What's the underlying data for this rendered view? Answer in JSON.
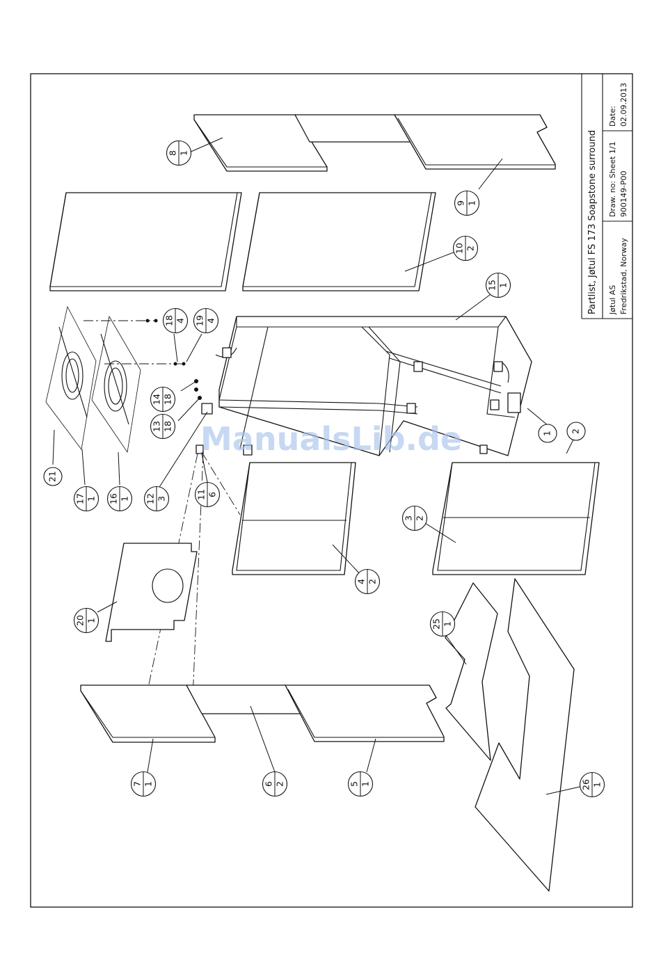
{
  "title_block": {
    "title": "Partlist, Jøtul FS 173 Soapstone surround",
    "company": "Jøtul AS",
    "location": "Fredrikstad, Norway",
    "drawing_no_label": "Draw. no: Sheet 1/1",
    "drawing_no": "900149-P00",
    "date_label": "Date:",
    "date": "02.09.2013"
  },
  "watermark": "ManualsLib.de",
  "balloons": [
    {
      "num": "8",
      "qty": "1"
    },
    {
      "num": "9",
      "qty": "1"
    },
    {
      "num": "10",
      "qty": "2"
    },
    {
      "num": "15",
      "qty": "1"
    },
    {
      "num": "18",
      "qty": "4"
    },
    {
      "num": "19",
      "qty": "4"
    },
    {
      "num": "14",
      "qty": "18"
    },
    {
      "num": "13",
      "qty": "18"
    },
    {
      "num": "12",
      "qty": "3"
    },
    {
      "num": "11",
      "qty": "6"
    },
    {
      "num": "17",
      "qty": "1"
    },
    {
      "num": "16",
      "qty": "1"
    },
    {
      "num": "3",
      "qty": "2"
    },
    {
      "num": "4",
      "qty": "2"
    },
    {
      "num": "20",
      "qty": "1"
    },
    {
      "num": "25",
      "qty": "1"
    },
    {
      "num": "7",
      "qty": "1"
    },
    {
      "num": "6",
      "qty": "2"
    },
    {
      "num": "5",
      "qty": "1"
    },
    {
      "num": "26",
      "qty": "1"
    }
  ],
  "single_labels": [
    "21",
    "1",
    "2"
  ]
}
